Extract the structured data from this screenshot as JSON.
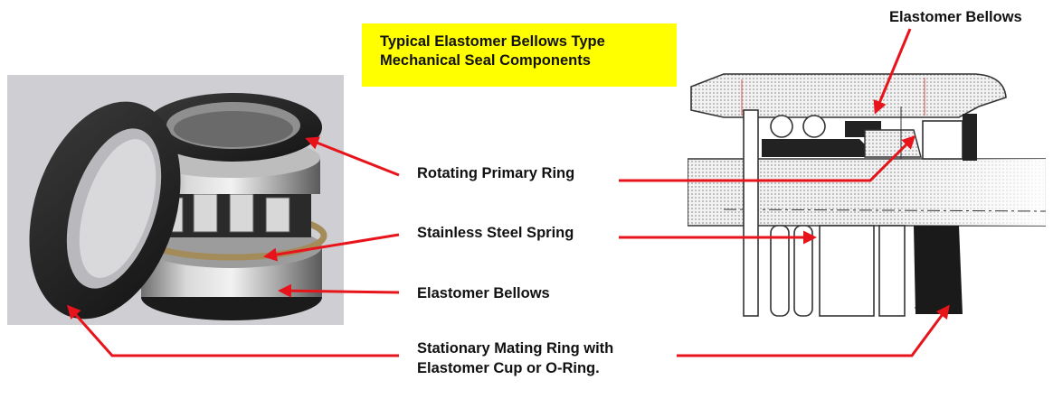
{
  "title": {
    "line1": "Typical Elastomer Bellows Type",
    "line2": "Mechanical Seal Components"
  },
  "labels": {
    "top_right": "Elastomer Bellows",
    "rotating_primary_ring": "Rotating Primary Ring",
    "stainless_steel_spring": "Stainless Steel Spring",
    "elastomer_bellows": "Elastomer Bellows",
    "stationary_line1": "Stationary Mating Ring with",
    "stationary_line2": "Elastomer Cup or O-Ring."
  },
  "colors": {
    "highlight": "#ffff00",
    "arrow": "#e8141b",
    "photo_background": "#cfcfd3"
  }
}
